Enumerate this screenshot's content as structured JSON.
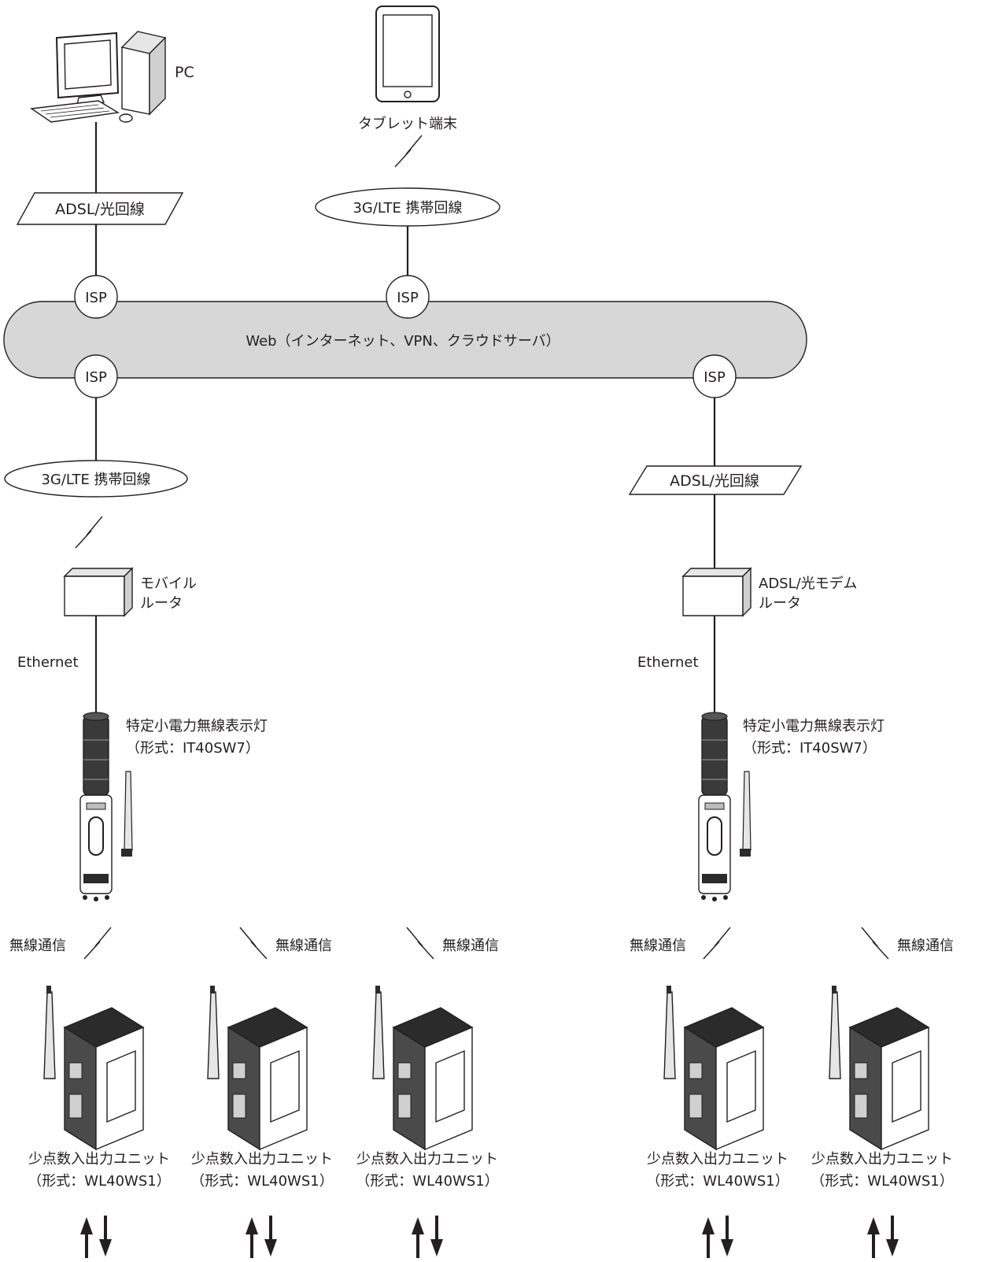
{
  "labels": {
    "pc": "PC",
    "tablet": "タブレット端末",
    "adsl_left": "ADSL/光回線",
    "mobile_top": "3G/LTE 携帯回線",
    "isp": "ISP",
    "web": "Web（インターネット、VPN、クラウドサーバ）",
    "mobile_left": "3G/LTE 携帯回線",
    "adsl_right": "ADSL/光回線",
    "mobile_router_1": "モバイル",
    "mobile_router_2": "ルータ",
    "adsl_router_1": "ADSL/光モデム",
    "adsl_router_2": "ルータ",
    "ethernet": "Ethernet",
    "indicator_1": "特定小電力無線表示灯",
    "indicator_2": "（形式：IT40SW7）",
    "wireless": "無線通信",
    "io_unit_1": "少点数入出力ユニット",
    "io_unit_2": "（形式：WL40WS1）"
  },
  "colors": {
    "line": "#231f20",
    "web_cloud": "#d7d7d7",
    "device_gray": "#bdbdbd"
  }
}
